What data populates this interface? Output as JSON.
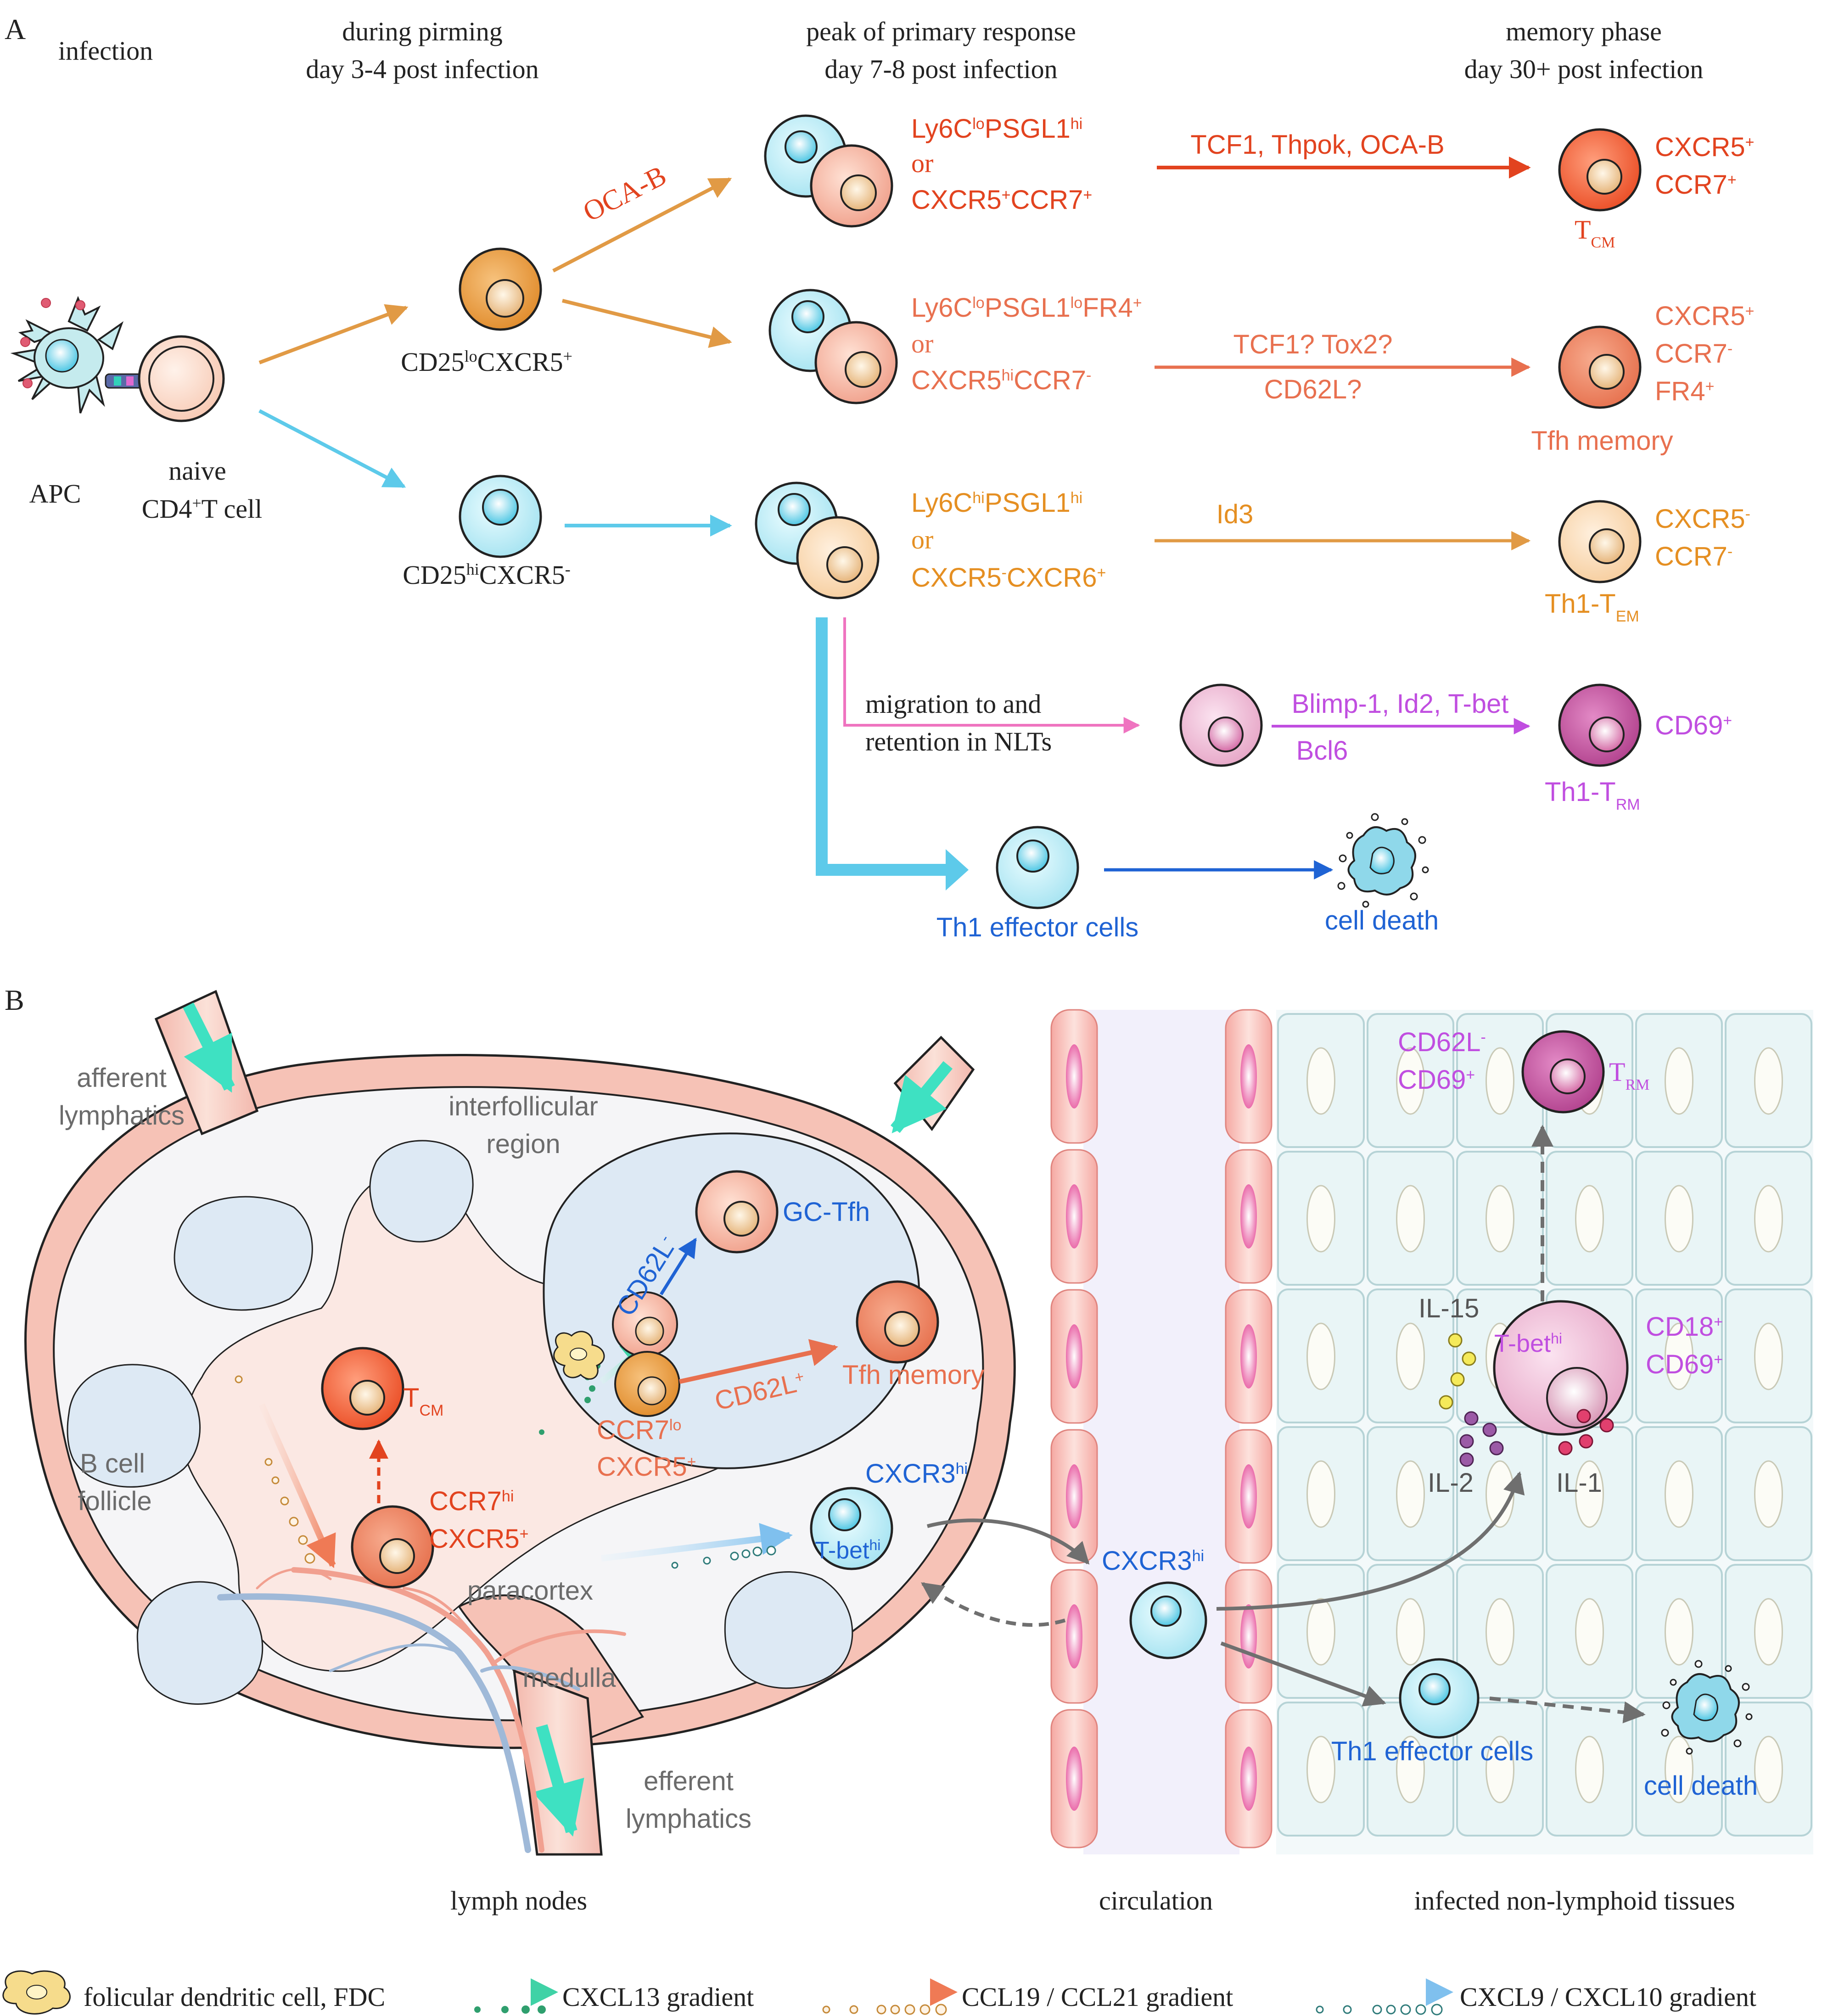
{
  "panels": {
    "a_label": "A",
    "b_label": "B"
  },
  "a": {
    "headers": {
      "infection": "infection",
      "priming_1": "during pirming",
      "priming_2": "day 3-4 post infection",
      "peak_1": "peak of primary response",
      "peak_2": "day 7-8 post infection",
      "memory_1": "memory phase",
      "memory_2": "day 30+ post infection"
    },
    "apc_label": "APC",
    "naive_1": "naive",
    "naive_2": "CD4",
    "naive_2_sup": "+",
    "naive_2_tail": "T cell",
    "cd25lo": {
      "p1": "CD25",
      "s1": "lo",
      "p2": "CXCR5",
      "s2": "+"
    },
    "cd25hi": {
      "p1": "CD25",
      "s1": "hi",
      "p2": "CXCR5",
      "s2": "-"
    },
    "oca_b_arrow": "OCA-B",
    "tcm_pop": {
      "l1": {
        "p1": "Ly6C",
        "s1": "lo",
        "p2": "PSGL1",
        "s2": "hi"
      },
      "or": "or",
      "l3": {
        "p1": "CXCR5",
        "s1": "+",
        "p2": "CCR7",
        "s2": "+"
      }
    },
    "tfh_pop": {
      "l1": {
        "p1": "Ly6C",
        "s1": "lo",
        "p2": "PSGL1",
        "s2": "lo",
        "p3": "FR4",
        "s3": "+"
      },
      "or": "or",
      "l3": {
        "p1": "CXCR5",
        "s1": "hi",
        "p2": "CCR7",
        "s2": "-"
      }
    },
    "th1_pop": {
      "l1": {
        "p1": "Ly6C",
        "s1": "hi",
        "p2": "PSGL1",
        "s2": "hi"
      },
      "or": "or",
      "l3": {
        "p1": "CXCR5",
        "s1": "-",
        "p2": "CXCR6",
        "s2": "+"
      }
    },
    "arrow_tcm": "TCF1, Thpok, OCA-B",
    "arrow_tfh_1": "TCF1? Tox2?",
    "arrow_tfh_2": "CD62L?",
    "arrow_th1": "Id3",
    "tcm_mem": {
      "m1": "CXCR5",
      "m1s": "+",
      "m2": "CCR7",
      "m2s": "+",
      "name": "T",
      "name_sub": "CM"
    },
    "tfh_mem": {
      "m1": "CXCR5",
      "m1s": "+",
      "m2": "CCR7",
      "m2s": "-",
      "m3": "FR4",
      "m3s": "+",
      "name": "Tfh memory"
    },
    "th1_mem": {
      "m1": "CXCR5",
      "m1s": "-",
      "m2": "CCR7",
      "m2s": "-",
      "name": "Th1-T",
      "name_sub": "EM"
    },
    "migration_1": "migration to and",
    "migration_2": "retention in NLTs",
    "trm_arrow_1": "Blimp-1, Id2, T-bet",
    "trm_arrow_2": "Bcl6",
    "trm": {
      "m1": "CD69",
      "m1s": "+",
      "name": "Th1-T",
      "name_sub": "RM"
    },
    "effector": "Th1 effector cells",
    "death": "cell death"
  },
  "b": {
    "afferent_1": "afferent",
    "afferent_2": "lymphatics",
    "interfollicular_1": "interfollicular",
    "interfollicular_2": "region",
    "bcell_1": "B cell",
    "bcell_2": "follicle",
    "tcm": "T",
    "tcm_sub": "CM",
    "ccr7hi": {
      "p1": "CCR7",
      "s1": "hi",
      "p2": "CXCR5",
      "s2": "+"
    },
    "cd62l_minus": "CD62L",
    "cd62l_minus_sup": "-",
    "cd62l_plus": "CD62L",
    "cd62l_plus_sup": "+",
    "gc_tfh": "GC-Tfh",
    "tfh_memory": "Tfh memory",
    "ccr7lo": {
      "p1": "CCR7",
      "s1": "lo",
      "p2": "CXCR5",
      "s2": "+"
    },
    "cxcr3hi_ln": "CXCR3",
    "cxcr3hi_ln_sup": "hi",
    "tbet_ln": "T-bet",
    "tbet_ln_sup": "hi",
    "paracortex": "paracortex",
    "medulla": "medulla",
    "efferent_1": "efferent",
    "efferent_2": "lymphatics",
    "cxcr3hi_circ": "CXCR3",
    "cxcr3hi_circ_sup": "hi",
    "trm_markers": {
      "m1": "CD62L",
      "m1s": "-",
      "m2": "CD69",
      "m2s": "+"
    },
    "trm_name": "T",
    "trm_name_sub": "RM",
    "il15": "IL-15",
    "tbet_tissue": "T-bet",
    "tbet_tissue_sup": "hi",
    "cd18": {
      "m1": "CD18",
      "m1s": "+",
      "m2": "CD69",
      "m2s": "+"
    },
    "il2": "IL-2",
    "il1": "IL-1",
    "effector": "Th1 effector cells",
    "death": "cell death",
    "footer_ln": "lymph nodes",
    "footer_circ": "circulation",
    "footer_nlt": "infected non-lymphoid tissues"
  },
  "legend": {
    "fdc": "folicular dendritic cell, FDC",
    "cxcl13": "CXCL13 gradient",
    "ccl19": "CCL19 / CCL21 gradient",
    "cxcl9": "CXCL9 / CXCL10 gradient"
  },
  "colors": {
    "tcm": "#e2431f",
    "tfh": "#e8704f",
    "th1": "#e58f22",
    "orange_arrow": "#e19a45",
    "cyan_arrow": "#5dcaea",
    "trm": "#b652c8",
    "blue": "#1f63d4",
    "teal": "#3ee1c2",
    "gray_text": "#6b6b6b"
  }
}
